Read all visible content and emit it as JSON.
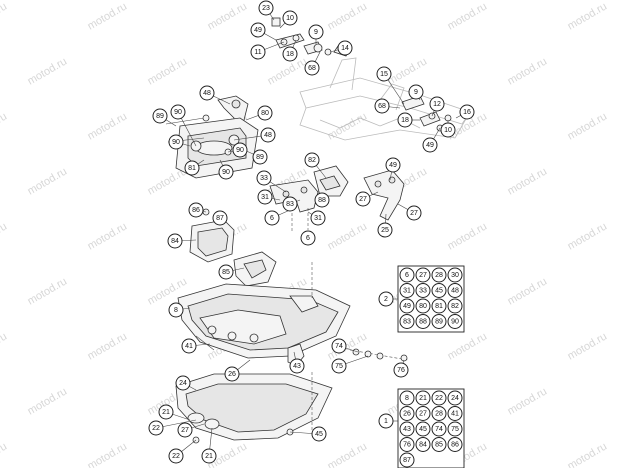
{
  "watermark": "motod.ru",
  "callouts": [
    {
      "id": "c23a",
      "label": "23"
    },
    {
      "id": "c10a",
      "label": "10"
    },
    {
      "id": "c49a",
      "label": "49"
    },
    {
      "id": "c11",
      "label": "11"
    },
    {
      "id": "c18a",
      "label": "18"
    },
    {
      "id": "c9a",
      "label": "9"
    },
    {
      "id": "c14",
      "label": "14"
    },
    {
      "id": "c68a",
      "label": "68"
    },
    {
      "id": "c15",
      "label": "15"
    },
    {
      "id": "c9b",
      "label": "9"
    },
    {
      "id": "c68b",
      "label": "68"
    },
    {
      "id": "c12",
      "label": "12"
    },
    {
      "id": "c18b",
      "label": "18"
    },
    {
      "id": "c10b",
      "label": "10"
    },
    {
      "id": "c16",
      "label": "16"
    },
    {
      "id": "c49b",
      "label": "49"
    },
    {
      "id": "c48a",
      "label": "48"
    },
    {
      "id": "c90a",
      "label": "90"
    },
    {
      "id": "c89a",
      "label": "89"
    },
    {
      "id": "c80",
      "label": "80"
    },
    {
      "id": "c48b",
      "label": "48"
    },
    {
      "id": "c90b",
      "label": "90"
    },
    {
      "id": "c90c",
      "label": "90"
    },
    {
      "id": "c89b",
      "label": "89"
    },
    {
      "id": "c81",
      "label": "81"
    },
    {
      "id": "c90d",
      "label": "90"
    },
    {
      "id": "c82",
      "label": "82"
    },
    {
      "id": "c49c",
      "label": "49"
    },
    {
      "id": "c33",
      "label": "33"
    },
    {
      "id": "c31a",
      "label": "31"
    },
    {
      "id": "c83",
      "label": "83"
    },
    {
      "id": "c88",
      "label": "88"
    },
    {
      "id": "c27a",
      "label": "27"
    },
    {
      "id": "c27b",
      "label": "27"
    },
    {
      "id": "c6a",
      "label": "6"
    },
    {
      "id": "c31b",
      "label": "31"
    },
    {
      "id": "c25",
      "label": "25"
    },
    {
      "id": "c86",
      "label": "86"
    },
    {
      "id": "c87",
      "label": "87"
    },
    {
      "id": "c6b",
      "label": "6"
    },
    {
      "id": "c84",
      "label": "84"
    },
    {
      "id": "c85",
      "label": "85"
    },
    {
      "id": "c8",
      "label": "8"
    },
    {
      "id": "c41",
      "label": "41"
    },
    {
      "id": "c74",
      "label": "74"
    },
    {
      "id": "c75",
      "label": "75"
    },
    {
      "id": "c76",
      "label": "76"
    },
    {
      "id": "c43",
      "label": "43"
    },
    {
      "id": "c26",
      "label": "26"
    },
    {
      "id": "c24",
      "label": "24"
    },
    {
      "id": "c21a",
      "label": "21"
    },
    {
      "id": "c22a",
      "label": "22"
    },
    {
      "id": "c27c",
      "label": "27"
    },
    {
      "id": "c22b",
      "label": "22"
    },
    {
      "id": "c21b",
      "label": "21"
    },
    {
      "id": "c45",
      "label": "45"
    },
    {
      "id": "c2",
      "label": "2"
    },
    {
      "id": "c1",
      "label": "1"
    }
  ],
  "kit_2": {
    "label": "2",
    "items": [
      "6",
      "27",
      "28",
      "30",
      "31",
      "33",
      "45",
      "48",
      "49",
      "80",
      "81",
      "82",
      "83",
      "88",
      "89",
      "90"
    ]
  },
  "kit_1": {
    "label": "1",
    "items": [
      "8",
      "21",
      "22",
      "24",
      "26",
      "27",
      "28",
      "41",
      "43",
      "45",
      "74",
      "75",
      "76",
      "84",
      "85",
      "86",
      "87"
    ]
  }
}
